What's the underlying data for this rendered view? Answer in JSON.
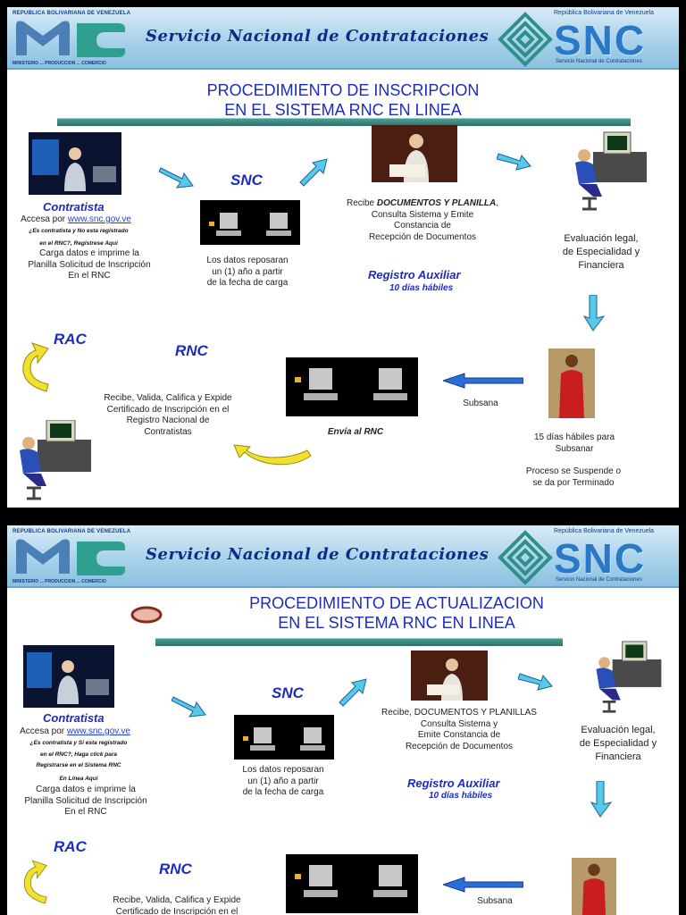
{
  "header": {
    "org_top": "REPUBLICA BOLIVARIANA DE VENEZUELA",
    "org_bottom": "MINISTERIO ... PRODUCCION ... COMERCIO",
    "title": "Servicio Nacional de Contrataciones",
    "snc_top": "República Bolivariana de Venezuela",
    "snc_big": "SNC",
    "snc_bottom": "Servicio Nacional de Contrataciones"
  },
  "slide1": {
    "title_line1": "PROCEDIMIENTO DE INSCRIPCION",
    "title_line2": "EN EL SISTEMA RNC EN LINEA",
    "contratista_label": "Contratista",
    "accesa_prefix": "Accesa por ",
    "accesa_link": "www.snc.gov.ve",
    "small_line1": "¿Es contratista y No esta registrado",
    "small_line2": "en el RNC?,  Registrese Aqui",
    "carga_line1": "Carga datos e imprime la",
    "carga_line2": "Planilla Solicitud de Inscripción",
    "carga_line3": "En el RNC",
    "snc_label": "SNC",
    "datos_line1": "Los datos   reposaran",
    "datos_line2": "un  (1) año a partir",
    "datos_line3": "de la fecha de carga",
    "recibe_prefix": "Recibe ",
    "recibe_bold": "DOCUMENTOS Y PLANILLA",
    "recibe_suffix": ",",
    "recibe_line2": "Consulta Sistema y  Emite",
    "recibe_line3": "Constancia    de",
    "recibe_line4": "Recepción de Documentos",
    "registro_label": "Registro Auxiliar",
    "dias_label": "10 días hábiles",
    "eval_line1": "Evaluación legal,",
    "eval_line2": "de Especialidad y",
    "eval_line3": "Financiera",
    "rac_label": "RAC",
    "rnc_label": "RNC",
    "rnc_line1": "Recibe, Valida, Califica y Expide",
    "rnc_line2": "Certificado de Inscripción en el",
    "rnc_line3": "Registro Nacional de",
    "rnc_line4": "Contratistas",
    "envia_label": "Envía al RNC",
    "subsana_label": "Subsana",
    "quince_line1": "15 días hábiles para",
    "quince_line2": "Subsanar",
    "proceso_line1": "Proceso se Suspende o",
    "proceso_line2": "se da por Terminado"
  },
  "slide2": {
    "title_line1": "PROCEDIMIENTO DE ACTUALIZACION",
    "title_line2": "EN EL SISTEMA RNC EN LINEA",
    "contratista_label": "Contratista",
    "accesa_prefix": "Accesa por ",
    "accesa_link": "www.snc.gov.ve",
    "small_line1": "¿Es contratista y Si esta registrado",
    "small_line2": "en el RNC?,  Haga click para",
    "small_line3": "Registrarse en el Sistema RNC",
    "small_line4": "En Línea Aqui",
    "carga_line1": "Carga datos e imprime la",
    "carga_line2": "Planilla Solicitud de Inscripción",
    "carga_line3": "En el RNC",
    "snc_label": "SNC",
    "datos_line1": "Los datos   reposaran",
    "datos_line2": "un  (1) año a partir",
    "datos_line3": "de la fecha de carga",
    "recibe_line1": "Recibe, DOCUMENTOS Y PLANILLAS",
    "recibe_line2": "Consulta Sistema y",
    "recibe_line3": "Emite   Constancia    de",
    "recibe_line4": "Recepción de Documentos",
    "registro_label": "Registro Auxiliar",
    "dias_label": "10 días hábiles",
    "eval_line1": "Evaluación legal,",
    "eval_line2": "de Especialidad y",
    "eval_line3": "Financiera",
    "rac_label": "RAC",
    "rnc_label": "RNC",
    "rnc_line1": "Recibe, Valida, Califica y Expide",
    "rnc_line2": "Certificado de Inscripción en el",
    "subsana_label": "Subsana"
  }
}
